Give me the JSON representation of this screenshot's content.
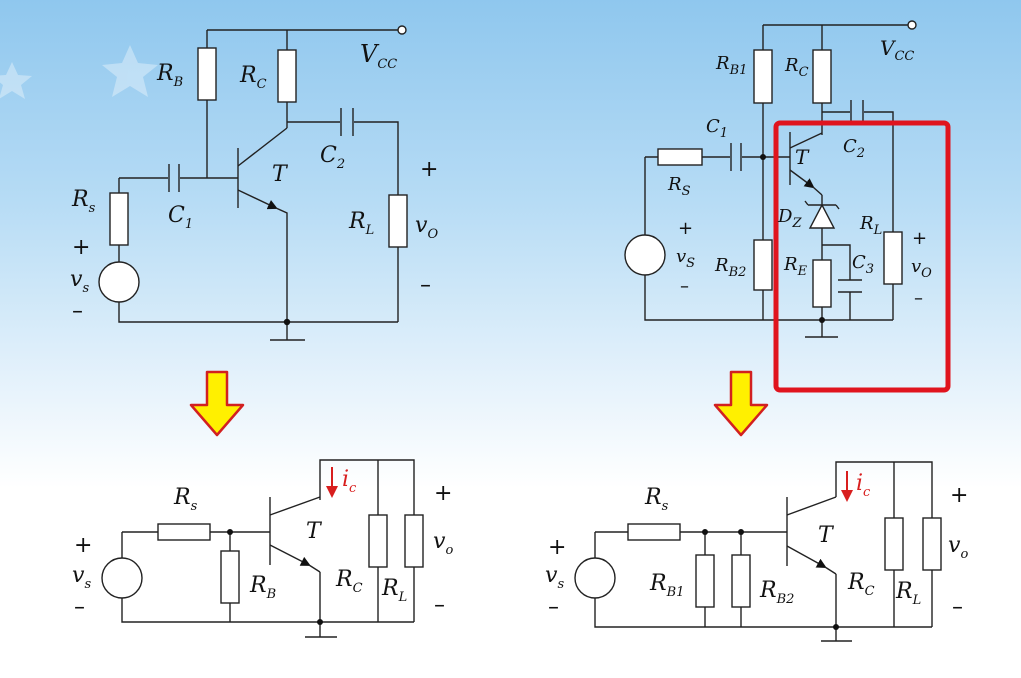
{
  "colors": {
    "wire": "#222222",
    "highlight": "#e0141e",
    "current": "#d81e1e",
    "arrow_fill": "#fff000",
    "arrow_stroke": "#d22020"
  },
  "icons": {
    "down_arrow": "down-arrow-icon",
    "ground": "ground-icon",
    "source": "ac-source-icon"
  },
  "top_left": {
    "vcc_main": "V",
    "vcc_sub": "CC",
    "rb_main": "R",
    "rb_sub": "B",
    "rc_main": "R",
    "rc_sub": "C",
    "c2_main": "C",
    "c2_sub": "2",
    "t": "T",
    "c1_main": "C",
    "c1_sub": "1",
    "rs_main": "R",
    "rs_sub": "s",
    "rl_main": "R",
    "rl_sub": "L",
    "vo_main": "v",
    "vo_sub": "O",
    "vs_main": "v",
    "vs_sub": "s",
    "plus_out": "+",
    "minus_out": "–",
    "plus_in": "+",
    "minus_in": "–"
  },
  "top_right": {
    "vcc_main": "V",
    "vcc_sub": "CC",
    "rb1_main": "R",
    "rb1_sub": "B1",
    "rc_main": "R",
    "rc_sub": "C",
    "c1_main": "C",
    "c1_sub": "1",
    "c2_main": "C",
    "c2_sub": "2",
    "t": "T",
    "rs_main": "R",
    "rs_sub": "S",
    "dz_main": "D",
    "dz_sub": "Z",
    "rl_main": "R",
    "rl_sub": "L",
    "rb2_main": "R",
    "rb2_sub": "B2",
    "re_main": "R",
    "re_sub": "E",
    "c3_main": "C",
    "c3_sub": "3",
    "vs_main": "v",
    "vs_sub": "S",
    "vo_main": "v",
    "vo_sub": "O",
    "plus_in": "+",
    "minus_in": "–",
    "plus_out": "+",
    "minus_out": "–"
  },
  "bottom_left": {
    "rs_main": "R",
    "rs_sub": "s",
    "ic_main": "i",
    "ic_sub": "c",
    "t": "T",
    "rb_main": "R",
    "rb_sub": "B",
    "rc_main": "R",
    "rc_sub": "C",
    "rl_main": "R",
    "rl_sub": "L",
    "vo_main": "v",
    "vo_sub": "o",
    "vs_main": "v",
    "vs_sub": "s",
    "plus_in": "+",
    "minus_in": "–",
    "plus_out": "+",
    "minus_out": "–"
  },
  "bottom_right": {
    "rs_main": "R",
    "rs_sub": "s",
    "ic_main": "i",
    "ic_sub": "c",
    "t": "T",
    "rb1_main": "R",
    "rb1_sub": "B1",
    "rb2_main": "R",
    "rb2_sub": "B2",
    "rc_main": "R",
    "rc_sub": "C",
    "rl_main": "R",
    "rl_sub": "L",
    "vo_main": "v",
    "vo_sub": "o",
    "vs_main": "v",
    "vs_sub": "s",
    "plus_in": "+",
    "minus_in": "–",
    "plus_out": "+",
    "minus_out": "–"
  }
}
